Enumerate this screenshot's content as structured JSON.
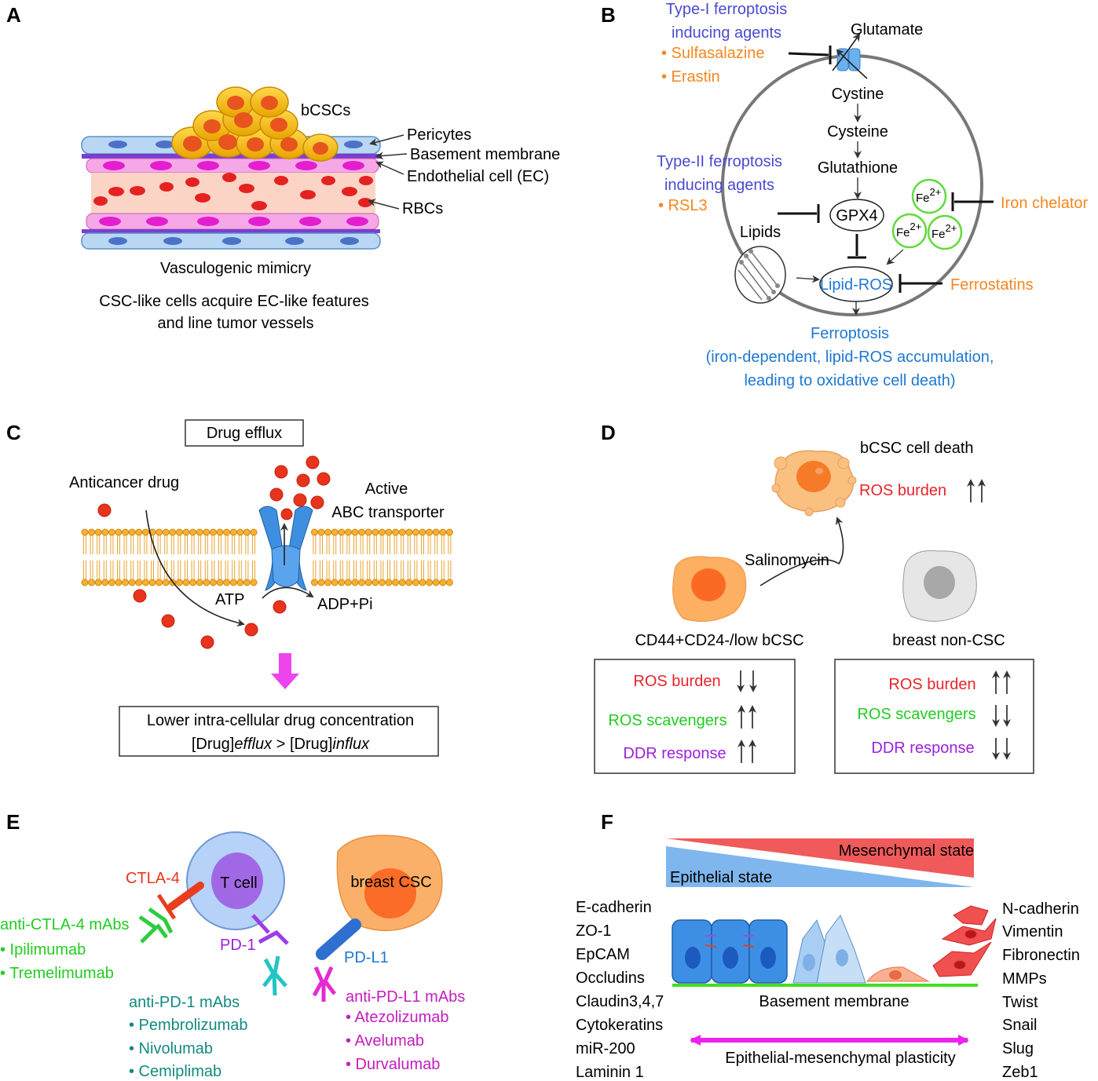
{
  "panels": {
    "A": {
      "label": "A",
      "bcscs": "bCSCs",
      "pericytes": "Pericytes",
      "basement_membrane": "Basement membrane",
      "endothelial": "Endothelial cell (EC)",
      "rbcs": "RBCs",
      "title": "Vasculogenic mimicry",
      "caption_line1": "CSC-like cells acquire EC-like features",
      "caption_line2": "and line tumor vessels"
    },
    "B": {
      "label": "B",
      "type1_line1": "Type-I ferroptosis",
      "type1_line2": "inducing agents",
      "sulfasalazine": "• Sulfasalazine",
      "erastin": "• Erastin",
      "glutamate": "Glutamate",
      "cystine": "Cystine",
      "cysteine": "Cysteine",
      "glutathione": "Glutathione",
      "type2_line1": "Type-II ferroptosis",
      "type2_line2": "inducing agents",
      "rsl3": "• RSL3",
      "gpx4": "GPX4",
      "lipids": "Lipids",
      "fe": "Fe",
      "fe_charge": "2+",
      "iron_chelator": "Iron chelator",
      "lipid_ros": "Lipid-ROS",
      "ferrostatins": "Ferrostatins",
      "ferroptosis": "Ferroptosis",
      "ferro_desc1": "(iron-dependent, lipid-ROS accumulation,",
      "ferro_desc2": "leading to oxidative cell death)"
    },
    "C": {
      "label": "C",
      "drug_efflux": "Drug efflux",
      "anticancer_drug": "Anticancer drug",
      "active": "Active",
      "abc": "ABC transporter",
      "atp": "ATP",
      "adp": "ADP+Pi",
      "box_line1": "Lower intra-cellular drug concentration",
      "box_line2a": "[Drug]",
      "box_line2b": "efflux",
      "box_line2c": " > [Drug]",
      "box_line2d": "influx"
    },
    "D": {
      "label": "D",
      "death": "bCSC cell death",
      "ros_burden_top": "ROS burden",
      "salinomycin": "Salinomycin",
      "bcsc_label": "CD44+CD24-/low bCSC",
      "noncsc_label": "breast non-CSC",
      "ros_burden": "ROS burden",
      "ros_scavengers": "ROS scavengers",
      "ddr": "DDR response"
    },
    "E": {
      "label": "E",
      "tcell": "T cell",
      "breast_csc": "breast CSC",
      "ctla4": "CTLA-4",
      "pd1": "PD-1",
      "pdl1": "PD-L1",
      "anti_ctla4": "anti-CTLA-4 mAbs",
      "ctla4_drugs": [
        "• Ipilimumab",
        "• Tremelimumab"
      ],
      "anti_pd1": "anti-PD-1 mAbs",
      "pd1_drugs": [
        "• Pembrolizumab",
        "• Nivolumab",
        "• Cemiplimab"
      ],
      "anti_pdl1": "anti-PD-L1 mAbs",
      "pdl1_drugs": [
        "• Atezolizumab",
        "• Avelumab",
        "• Durvalumab"
      ]
    },
    "F": {
      "label": "F",
      "mesenchymal_state": "Mesenchymal state",
      "epithelial_state": "Epithelial state",
      "epithelial_markers": [
        "E-cadherin",
        "ZO-1",
        "EpCAM",
        "Occludins",
        "Claudin3,4,7",
        "Cytokeratins",
        "miR-200",
        "Laminin 1"
      ],
      "mesenchymal_markers": [
        "N-cadherin",
        "Vimentin",
        "Fibronectin",
        "MMPs",
        "Twist",
        "Snail",
        "Slug",
        "Zeb1"
      ],
      "basement_membrane": "Basement membrane",
      "plasticity": "Epithelial-mesenchymal plasticity"
    }
  }
}
